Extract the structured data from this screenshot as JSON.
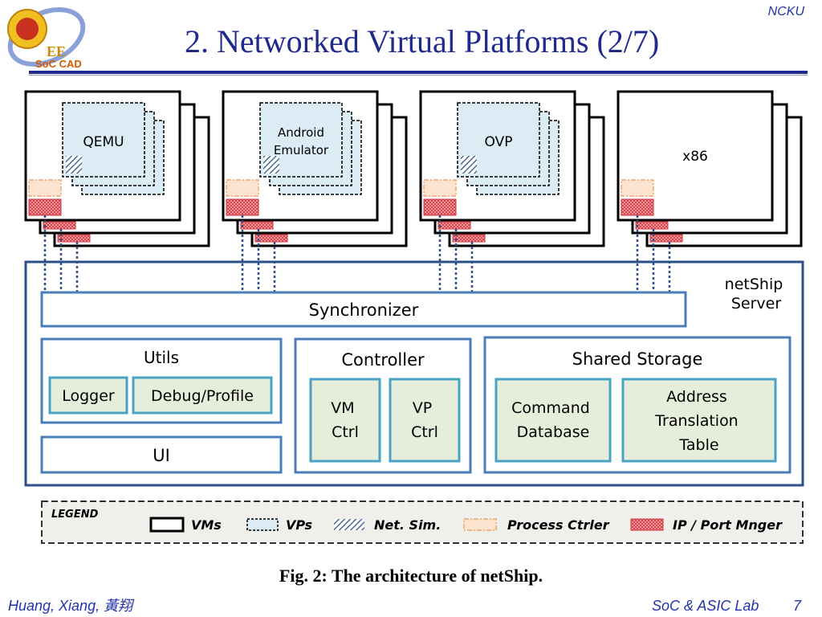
{
  "header": {
    "title": "2. Networked Virtual Platforms (2/7)",
    "org": "NCKU",
    "logo": {
      "line1": "EE",
      "line2": "SoC CAD"
    }
  },
  "diagram": {
    "vms": [
      {
        "label_lines": [
          "QEMU"
        ]
      },
      {
        "label_lines": [
          "Android",
          "Emulator"
        ]
      },
      {
        "label_lines": [
          "OVP"
        ]
      },
      {
        "label_lines": [
          "x86"
        ]
      }
    ],
    "server": {
      "label_lines": [
        "netShip",
        "Server"
      ]
    },
    "synchronizer": "Synchronizer",
    "utils": {
      "title": "Utils",
      "logger": "Logger",
      "debug": "Debug/Profile"
    },
    "ui": "UI",
    "controller": {
      "title": "Controller",
      "vm_ctrl": [
        "VM",
        "Ctrl"
      ],
      "vp_ctrl": [
        "VP",
        "Ctrl"
      ]
    },
    "storage": {
      "title": "Shared Storage",
      "command_db": [
        "Command",
        "Database"
      ],
      "addr_table": [
        "Address",
        "Translation",
        "Table"
      ]
    },
    "legend": {
      "title": "LEGEND",
      "items": [
        "VMs",
        "VPs",
        "Net. Sim.",
        "Process Ctrler",
        "IP / Port Mnger"
      ]
    },
    "colors": {
      "border_blue": "#2b4f86",
      "inner_teal": "#4aa3c4",
      "fill_cream": "#e6eedb",
      "vp_fill": "#dbecf4",
      "process_orange": "#f3a76e",
      "ipport_red": "#d8343c"
    }
  },
  "caption": "Fig. 2: The architecture of netShip.",
  "footer": {
    "author": "Huang, Xiang,  黃翔",
    "lab": "SoC & ASIC Lab",
    "page": "7"
  }
}
